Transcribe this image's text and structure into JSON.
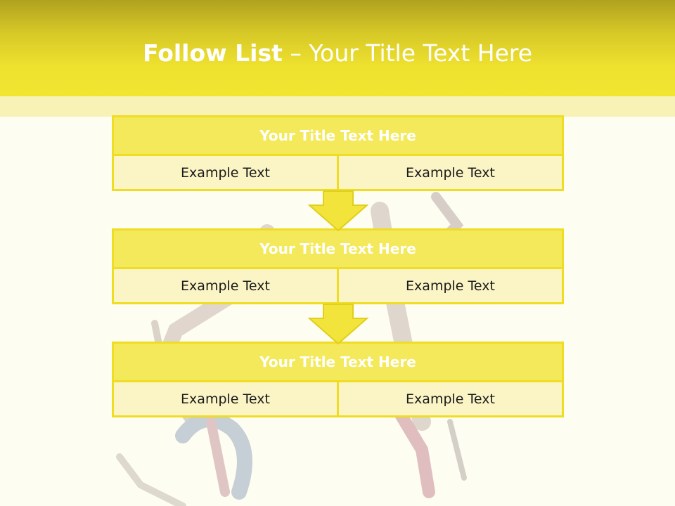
{
  "header": {
    "title_bold": "Follow List",
    "title_rest": " – Your Title Text Here"
  },
  "steps": [
    {
      "title": "Your Title Text Here",
      "left": "Example Text",
      "right": "Example Text"
    },
    {
      "title": "Your Title Text Here",
      "left": "Example Text",
      "right": "Example Text"
    },
    {
      "title": "Your Title Text Here",
      "left": "Example Text",
      "right": "Example Text"
    }
  ],
  "colors": {
    "header_top": "#b0a21f",
    "header_bottom": "#f2e530",
    "box_fill": "#f4e95a",
    "cell_fill": "#fbf5c6",
    "border": "#eedd22",
    "background": "#fefdf1"
  }
}
